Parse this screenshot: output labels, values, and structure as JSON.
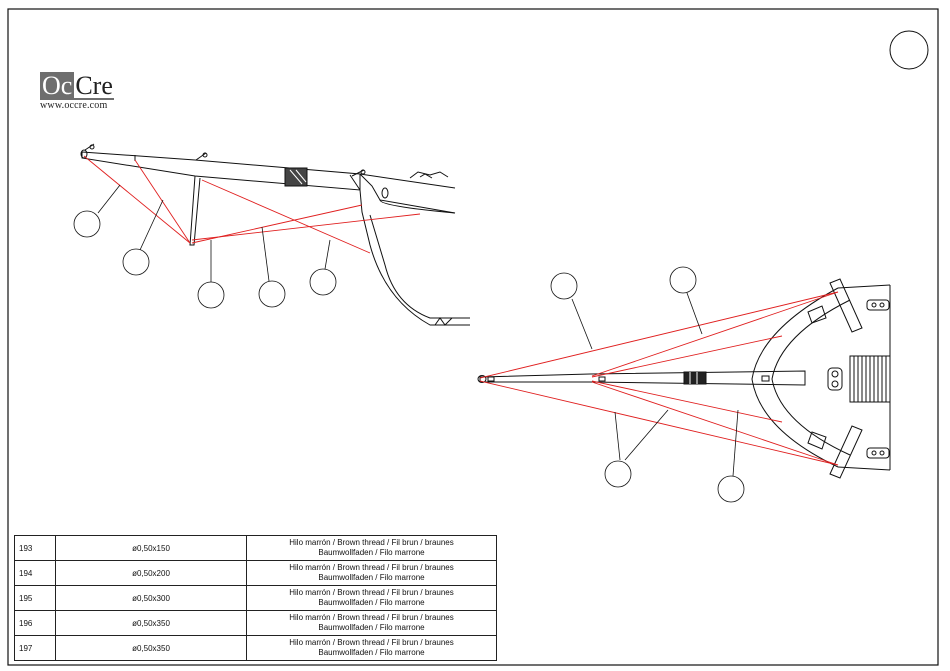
{
  "logo": {
    "brand_left": "Oc",
    "brand_right": "Cre",
    "url": "www.occre.com"
  },
  "parts_table": {
    "rows": [
      {
        "ref": "193",
        "size": "ø0,50x150",
        "desc_line1": "Hilo marrón / Brown thread / Fil brun / braunes",
        "desc_line2": "Baumwollfaden / Filo marrone"
      },
      {
        "ref": "194",
        "size": "ø0,50x200",
        "desc_line1": "Hilo marrón / Brown thread / Fil brun / braunes",
        "desc_line2": "Baumwollfaden / Filo marrone"
      },
      {
        "ref": "195",
        "size": "ø0,50x300",
        "desc_line1": "Hilo marrón / Brown thread / Fil brun / braunes",
        "desc_line2": "Baumwollfaden / Filo marrone"
      },
      {
        "ref": "196",
        "size": "ø0,50x350",
        "desc_line1": "Hilo marrón / Brown thread / Fil brun / braunes",
        "desc_line2": "Baumwollfaden / Filo marrone"
      },
      {
        "ref": "197",
        "size": "ø0,50x350",
        "desc_line1": "Hilo marrón / Brown thread / Fil brun / braunes",
        "desc_line2": "Baumwollfaden / Filo marrone"
      }
    ]
  },
  "colors": {
    "rigging": "#e02020",
    "outline": "#111111"
  }
}
